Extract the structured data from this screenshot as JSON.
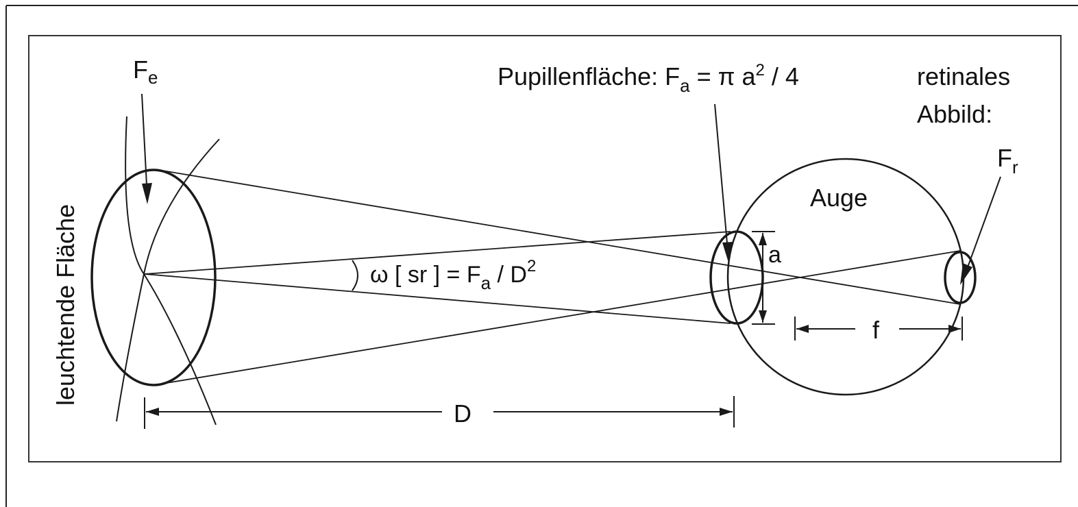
{
  "labels": {
    "fe_main": "F",
    "fe_sub": "e",
    "surface": "leuchtende Fläche",
    "pupil_prefix": "Pupillenfläche: ",
    "pupil_f": "F",
    "pupil_sub": "a",
    "pupil_eq": " = π  a",
    "pupil_exp": "2",
    "pupil_div": " / 4",
    "retinal_line1": "retinales",
    "retinal_line2": "Abbild:",
    "fr_main": "F",
    "fr_sub": "r",
    "eye": "Auge",
    "a": "a",
    "omega_prefix": "ω  [ sr ]  = F",
    "omega_sub": "a",
    "omega_div": " / D",
    "omega_exp": "2",
    "D": "D",
    "f": "f"
  },
  "colors": {
    "ink": "#1a1a1a",
    "background": "#ffffff"
  }
}
